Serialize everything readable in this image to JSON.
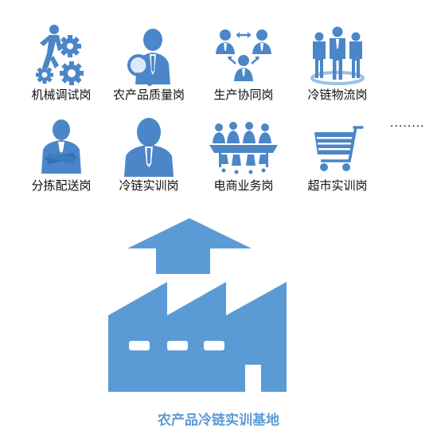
{
  "roles": [
    {
      "label": "机械调试岗",
      "icon": "mechanical-gears-icon"
    },
    {
      "label": "农产品质量岗",
      "icon": "quality-inspector-icon"
    },
    {
      "label": "生产协同岗",
      "icon": "team-collaboration-icon"
    },
    {
      "label": "冷链物流岗",
      "icon": "logistics-team-icon"
    },
    {
      "label": "分拣配送岗",
      "icon": "businessman-icon"
    },
    {
      "label": "冷链实训岗",
      "icon": "trainee-icon"
    },
    {
      "label": "电商业务岗",
      "icon": "meeting-table-icon"
    },
    {
      "label": "超市实训岗",
      "icon": "shopping-cart-icon"
    }
  ],
  "ellipsis": "........",
  "base": {
    "label": "农产品冷链实训基地",
    "icon": "factory-icon"
  },
  "colors": {
    "accent": "#5b9bd5",
    "icon_fill": "#4a86c8"
  }
}
